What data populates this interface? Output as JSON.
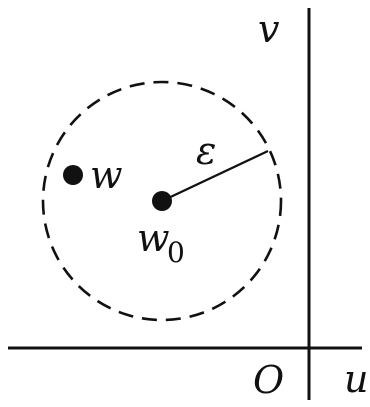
{
  "diagram": {
    "labels": {
      "v_axis": "v",
      "u_axis": "u",
      "origin": "O",
      "point_w": "w",
      "center": "w",
      "center_sub": "0",
      "radius": "ε"
    },
    "colors": {
      "ink": "#111111",
      "background": "#ffffff"
    }
  }
}
